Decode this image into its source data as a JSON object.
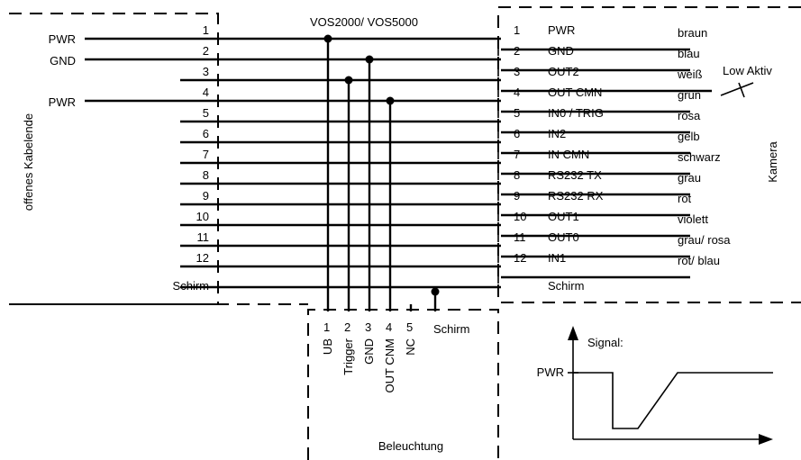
{
  "title": "VOS2000/ VOS5000",
  "left_label": "offenes Kabelende",
  "right_label": "Kamera",
  "bottom_label": "Beleuchtung",
  "signal_label": "Signal:",
  "signal_pwr": "PWR",
  "low_active": "Low Aktiv",
  "left_signals": {
    "pwr1": "PWR",
    "gnd": "GND",
    "pwr4": "PWR"
  },
  "left_pins": [
    "1",
    "2",
    "3",
    "4",
    "5",
    "6",
    "7",
    "8",
    "9",
    "10",
    "11",
    "12"
  ],
  "left_schirm": "Schirm",
  "right_pins": [
    "1",
    "2",
    "3",
    "4",
    "5",
    "6",
    "7",
    "8",
    "9",
    "10",
    "11",
    "12"
  ],
  "right_signals": [
    "PWR",
    "GND",
    "OUT2",
    "OUT CMN",
    "IN0 / TRIG",
    "IN2",
    "IN CMN",
    "RS232 TX",
    "RS232 RX",
    "OUT1",
    "OUT0",
    "IN1"
  ],
  "right_schirm": "Schirm",
  "colors": [
    "braun",
    "blau",
    "weiß",
    "grün",
    "rosa",
    "gelb",
    "schwarz",
    "grau",
    "rot",
    "violett",
    "grau/ rosa",
    "rot/ blau"
  ],
  "bottom_pins": [
    "1",
    "2",
    "3",
    "4",
    "5"
  ],
  "bottom_signals": [
    "UB",
    "Trigger",
    "GND",
    "OUT CNM",
    "NC"
  ],
  "bottom_schirm": "Schirm"
}
